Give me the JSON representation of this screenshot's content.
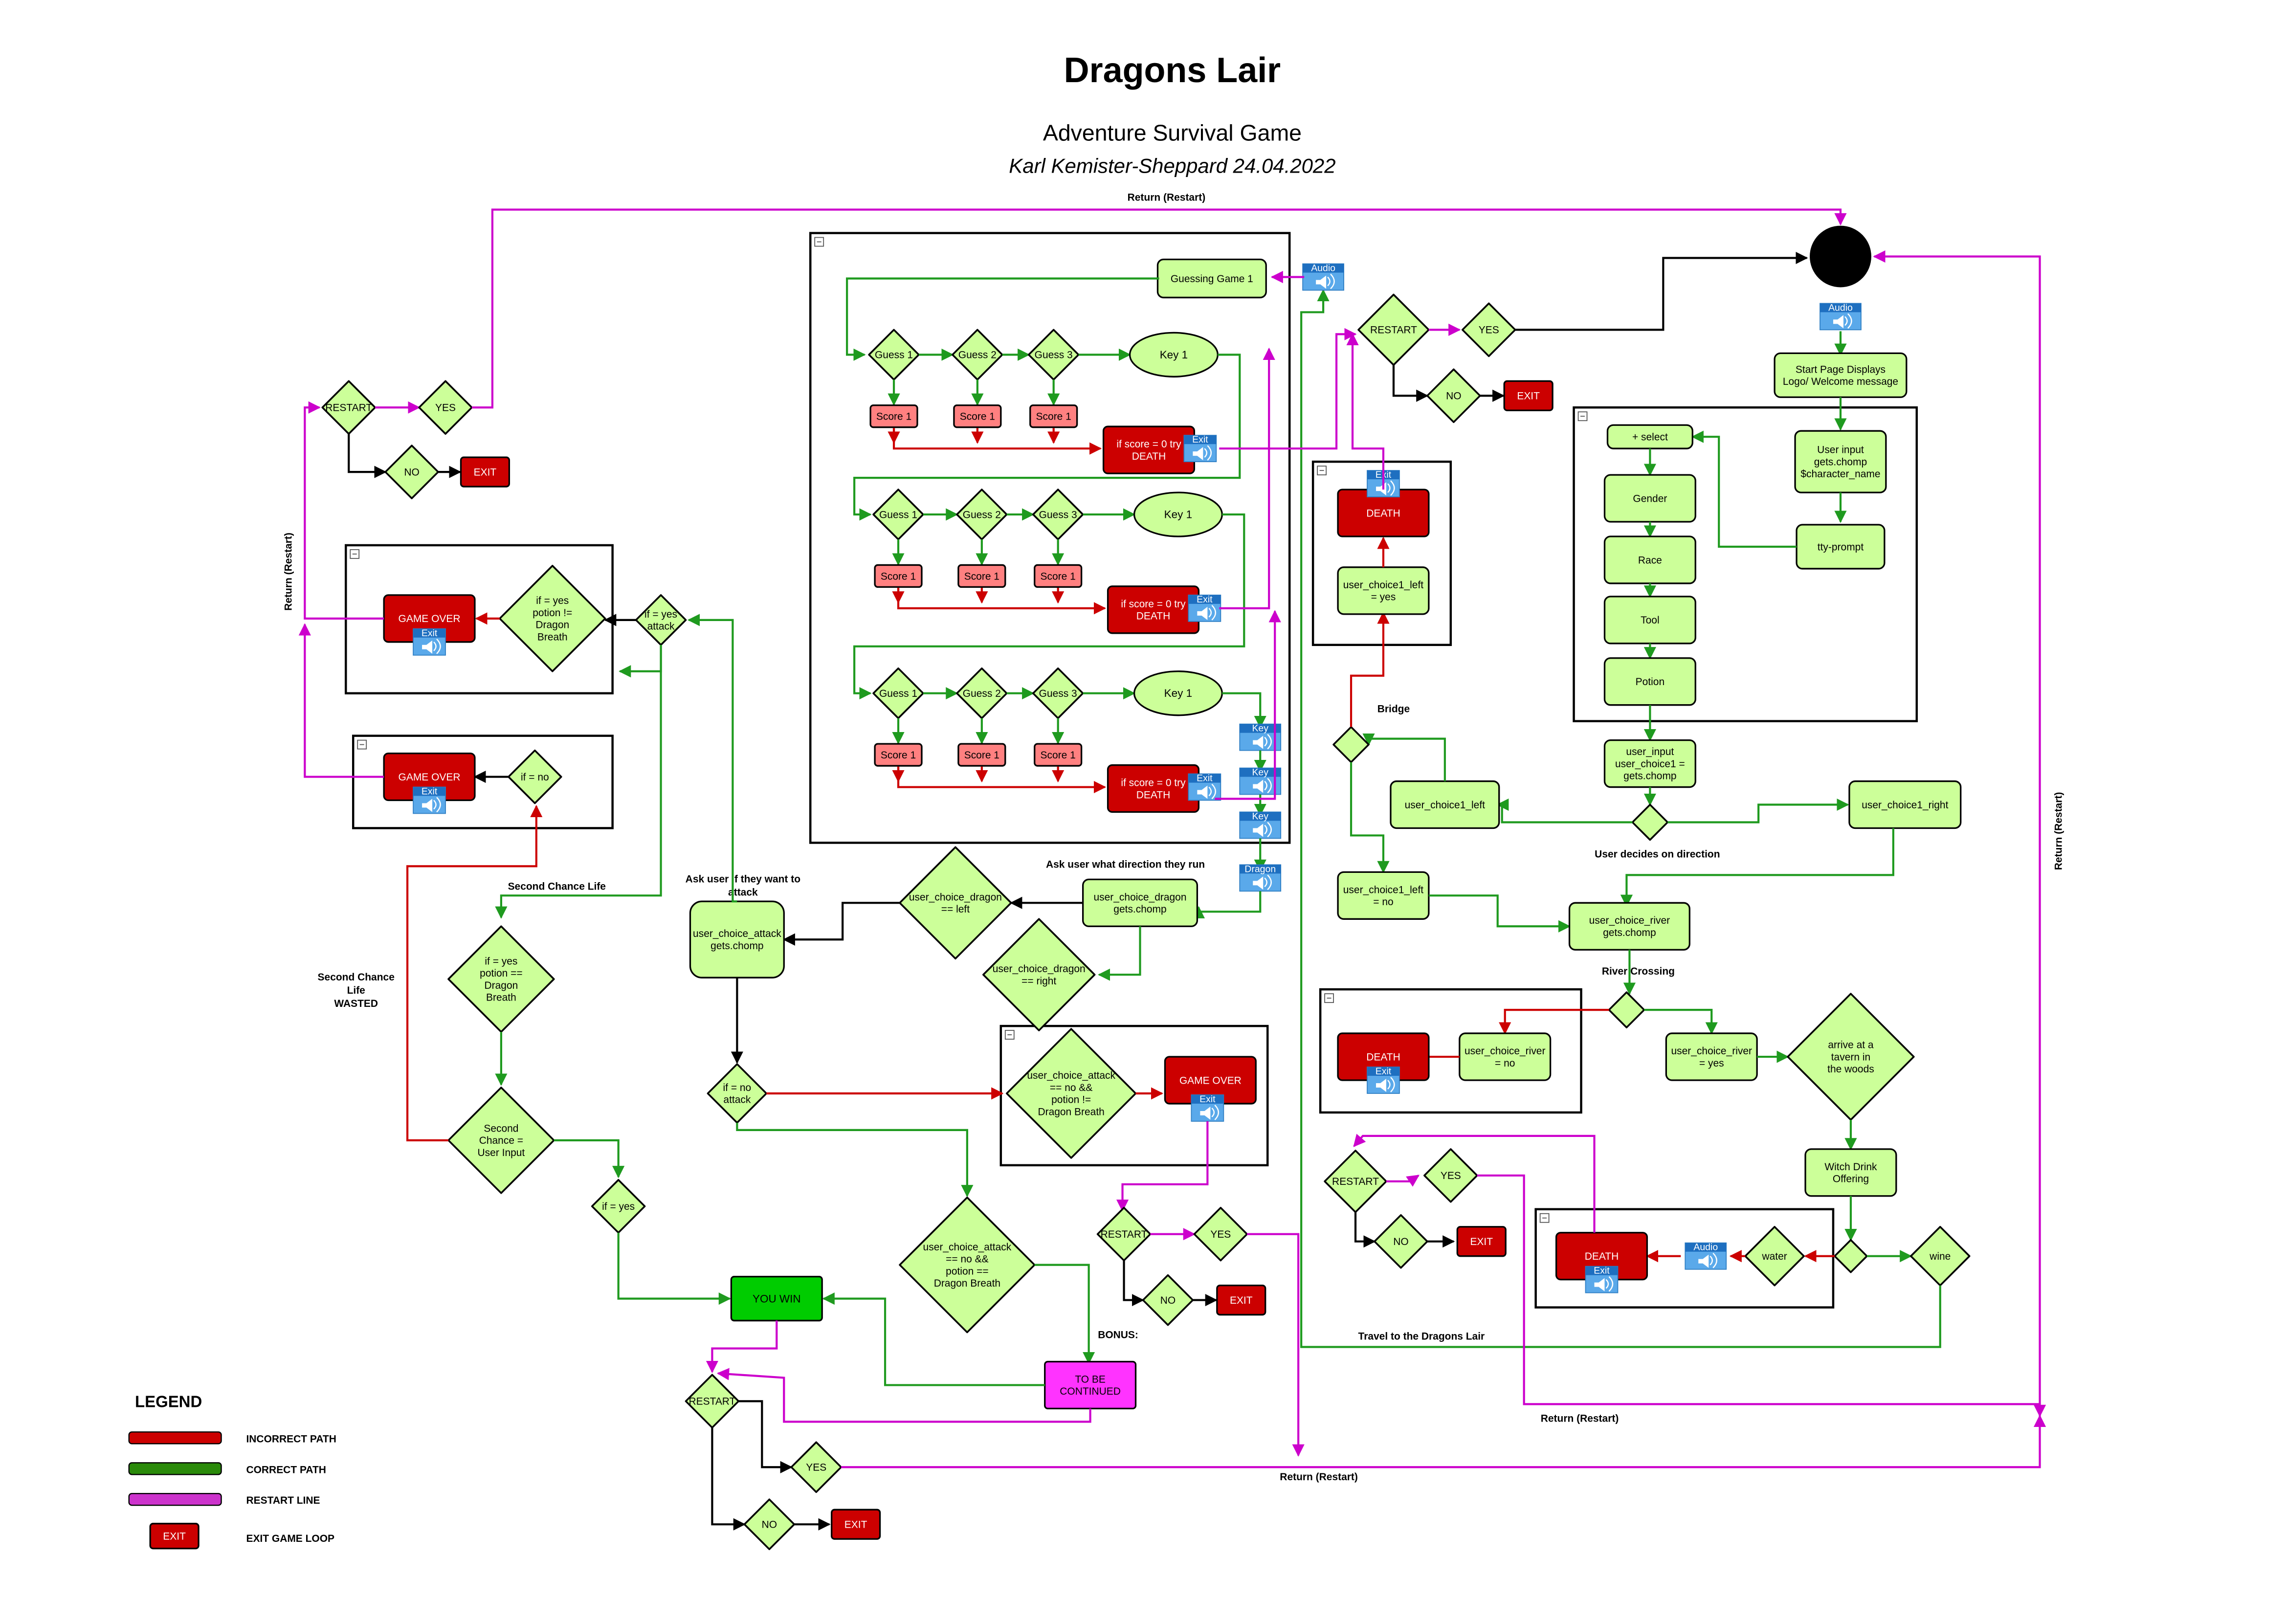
{
  "header": {
    "title": "Dragons Lair",
    "subtitle": "Adventure Survival Game",
    "author": "Karl Kemister-Sheppard 24.04.2022"
  },
  "colors": {
    "incorrect": "#cc0000",
    "correct": "#1f9a1f",
    "restart": "#cc00cc",
    "node_fill": "#ccff99",
    "death_fill": "#cc0000",
    "score_fill": "#ff8080",
    "win_fill": "#00cc00",
    "continue_fill": "#ff33ff",
    "audio_fill": "#5aa9ea"
  },
  "icons": {
    "audio": "speaker-icon",
    "start": "filled-circle"
  },
  "nodes": {
    "guessing_game": "Guessing Game 1",
    "guess1": "Guess 1",
    "guess2": "Guess 2",
    "guess3": "Guess 3",
    "key1": "Key 1",
    "score1": "Score 1",
    "death_try": "if score = 0 try DEATH",
    "death": "DEATH",
    "game_over": "GAME OVER",
    "exit": "EXIT",
    "exit_icon": "Exit",
    "audio": "Audio",
    "key_audio": "Key",
    "dragon_audio": "Dragon",
    "restart": "RESTART",
    "yes": "YES",
    "no": "NO",
    "start_page": "Start Page Displays Logo/ Welcome message",
    "select": "+ select",
    "gender": "Gender",
    "race": "Race",
    "tool": "Tool",
    "potion": "Potion",
    "user_input": "User input gets.chomp $character_name",
    "tty_prompt": "tty-prompt",
    "user_choice1": "user_input user_choice1 = gets.chomp",
    "choice1_left": "user_choice1_left",
    "choice1_right": "user_choice1_right",
    "choice1_left_yes": "user_choice1_left = yes",
    "choice1_left_no": "user_choice1_left = no",
    "choice_river": "user_choice_river gets.chomp",
    "river_no": "user_choice_river = no",
    "river_yes": "user_choice_river = yes",
    "tavern": "arrive at a tavern in the woods",
    "witch_drink": "Witch Drink Offering",
    "water": "water",
    "wine": "wine",
    "choice_dragon": "user_choice_dragon gets.chomp",
    "dragon_left": "user_choice_dragon == left",
    "dragon_right": "user_choice_dragon == right",
    "choice_attack": "user_choice_attack gets.chomp",
    "if_no_attack": "if = no attack",
    "attack_no_not_db": "user_choice_attack == no && potion != Dragon Breath",
    "attack_no_db": "user_choice_attack == no && potion == Dragon Breath",
    "if_yes_attack": "if = yes attack",
    "if_yes_not_db": "if = yes potion != Dragon Breath",
    "if_no": "if = no",
    "if_yes_db": "if = yes potion == Dragon Breath",
    "second_chance": "Second Chance = User Input",
    "if_yes": "if = yes",
    "you_win": "YOU WIN",
    "to_be_continued": "TO BE CONTINUED"
  },
  "labels": {
    "return_restart": "Return (Restart)",
    "bridge": "Bridge",
    "user_decides": "User decides on direction",
    "river_crossing": "River Crossing",
    "travel": "Travel to the Dragons Lair",
    "ask_direction": "Ask user what direction  they run",
    "ask_attack": "Ask user if they want to attack",
    "second_chance_life": "Second Chance Life",
    "sc_wasted_1": "Second Chance",
    "sc_wasted_2": "Life",
    "sc_wasted_3": "WASTED",
    "bonus": "BONUS:"
  },
  "legend": {
    "title": "LEGEND",
    "items": [
      {
        "label": "INCORRECT PATH",
        "color": "#cc0000"
      },
      {
        "label": "CORRECT PATH",
        "color": "#2a8a0a"
      },
      {
        "label": "RESTART LINE",
        "color": "#cc33cc"
      },
      {
        "label": "EXIT GAME LOOP",
        "color": "#cc0000"
      }
    ]
  }
}
